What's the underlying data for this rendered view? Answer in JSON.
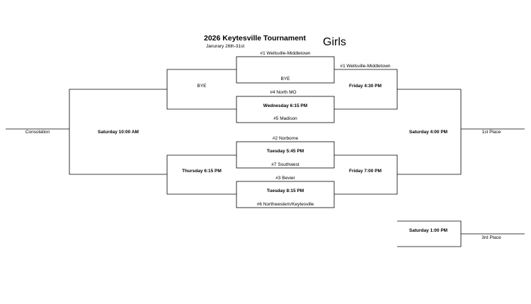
{
  "header": {
    "title": "2026 Keytesville Tournament",
    "dates": "Janurary 26th-31st",
    "division": "Girls"
  },
  "first_round": {
    "game1": {
      "top": "#1 Wellsville-Middletown",
      "bottom": "BYE"
    },
    "game2": {
      "top": "#4 North MO",
      "time": "Wednesday 6:15 PM",
      "bottom": "#5 Madison"
    },
    "game3": {
      "top": "#2 Norborne",
      "time": "Tuesday 5:45 PM",
      "bottom": "#7 Southwest"
    },
    "game4": {
      "top": "#3 Bevier",
      "time": "Tuesday 8:15 PM",
      "bottom": "#6 Northwestern/Keytesville"
    }
  },
  "semifinals": {
    "top": {
      "advance": "#1 Wellsville-Middletown",
      "time": "Friday 4:30 PM"
    },
    "bottom": {
      "time": "Friday 7:00 PM"
    }
  },
  "consolation_side": {
    "upper": "BYE",
    "lower_time": "Thursday 6:15 PM",
    "final_time": "Saturday 10:00 AM",
    "label": "Consolation"
  },
  "championship": {
    "time": "Saturday 4:00 PM",
    "label": "1st Place"
  },
  "third_place": {
    "time": "Saturday 1:00 PM",
    "label": "3rd Place"
  }
}
